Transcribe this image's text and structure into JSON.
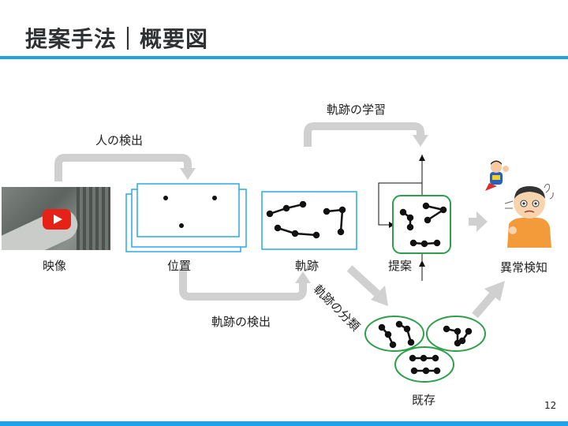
{
  "slide": {
    "title": "提案手法｜概要図",
    "page_number": "12"
  },
  "labels": {
    "video": "映像",
    "position": "位置",
    "trajectory": "軌跡",
    "proposal": "提案",
    "anomaly": "異常検知",
    "existing": "既存",
    "person_detection": "人の検出",
    "trajectory_detection": "軌跡の検出",
    "trajectory_learning": "軌跡の学習",
    "trajectory_classification": "軌跡の分類"
  },
  "colors": {
    "accent_blue": "#1ea3e6",
    "box_blue": "#2aa8e8",
    "group_green": "#2e9e4a",
    "arrow_gray": "#d0d0d0",
    "youtube_red": "#e62117"
  },
  "icons": {
    "video_thumbnail": "play-button-icon",
    "anomaly_person": "confused-person-icon",
    "hero": "superhero-icon"
  }
}
